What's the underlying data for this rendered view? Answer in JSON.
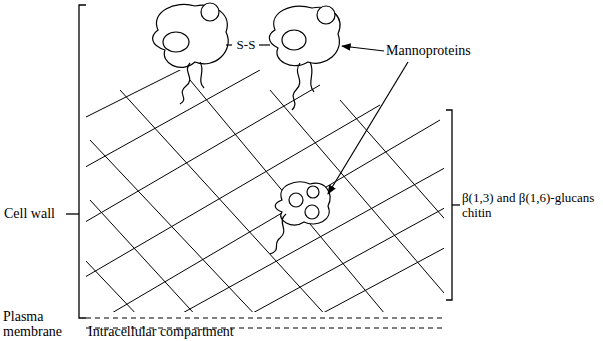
{
  "diagram": {
    "labels": [
      "Mannoproteins",
      "S-S",
      "Cell wall",
      "β(1,3) and β(1,6)-glucans chitin",
      "Plasma membrane",
      "Intracellular compartment"
    ]
  }
}
